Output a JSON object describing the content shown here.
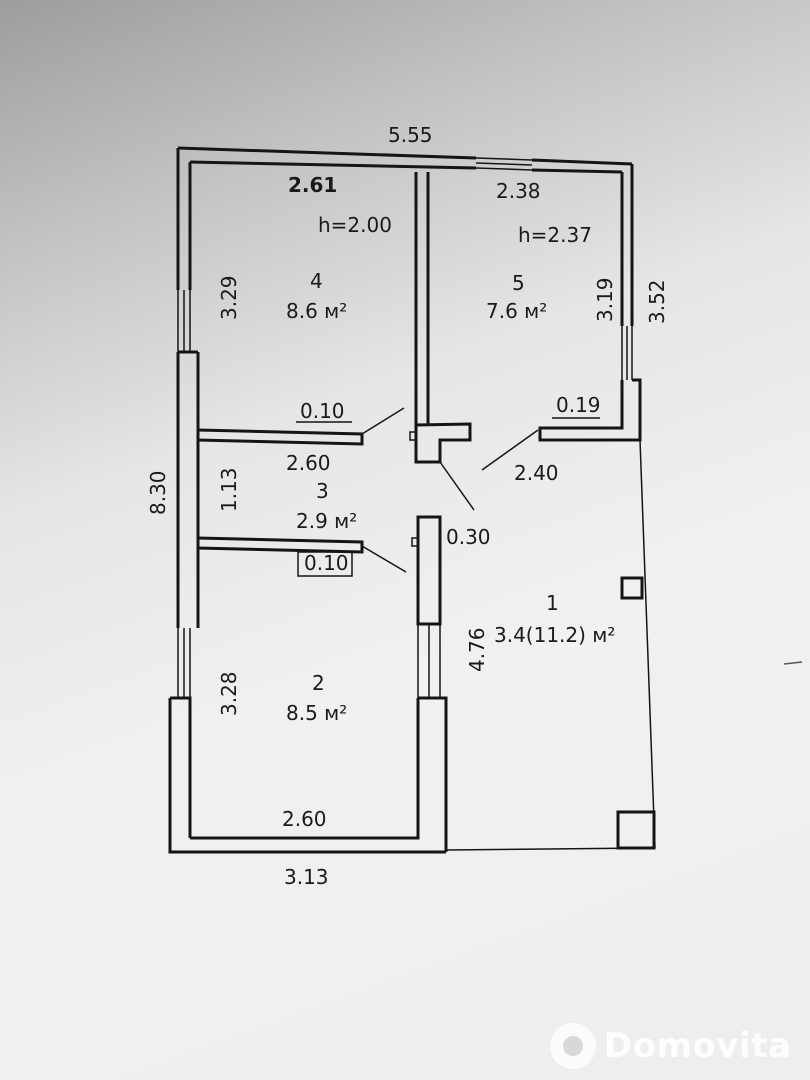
{
  "floor_plan": {
    "overall": {
      "top_width": "5.55",
      "left_length": "8.30",
      "right_upper_length": "3.52",
      "bottom_width": "3.13"
    },
    "room_4": {
      "number": "4",
      "area": "8.6 м²",
      "height": "h=2.00",
      "width": "2.61",
      "depth": "3.29",
      "wall_thickness": "0.10"
    },
    "room_5": {
      "number": "5",
      "area": "7.6 м²",
      "height": "h=2.37",
      "width": "2.38",
      "depth": "3.19",
      "wall_thickness": "0.19",
      "lower_width": "2.40"
    },
    "room_3": {
      "number": "3",
      "area": "2.9 м²",
      "width": "2.60",
      "depth": "1.13",
      "wall_thickness": "0.10",
      "partition": "0.30"
    },
    "room_2": {
      "number": "2",
      "area": "8.5 м²",
      "width": "2.60",
      "depth": "3.28"
    },
    "room_1": {
      "number": "1",
      "area": "3.4(11.2) м²",
      "depth": "4.76"
    }
  },
  "watermark": {
    "brand": "Domovita"
  }
}
